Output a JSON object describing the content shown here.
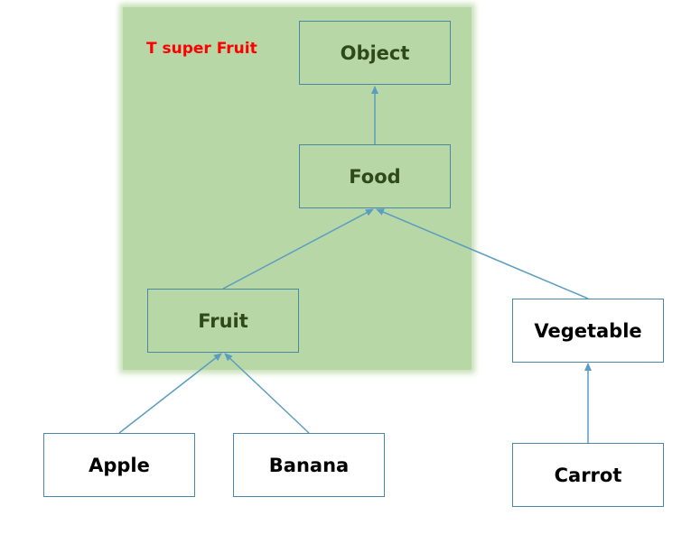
{
  "region": {
    "label": "T super Fruit",
    "fill_color": "#b8d7a6",
    "label_color": "#ff0000"
  },
  "nodes": {
    "object": "Object",
    "food": "Food",
    "fruit": "Fruit",
    "vegetable": "Vegetable",
    "apple": "Apple",
    "banana": "Banana",
    "carrot": "Carrot"
  },
  "edges": [
    {
      "from": "food",
      "to": "object"
    },
    {
      "from": "fruit",
      "to": "food"
    },
    {
      "from": "vegetable",
      "to": "food"
    },
    {
      "from": "apple",
      "to": "fruit"
    },
    {
      "from": "banana",
      "to": "fruit"
    },
    {
      "from": "carrot",
      "to": "vegetable"
    }
  ],
  "colors": {
    "edge": "#5b9dc0",
    "node_border": "#4a89a6"
  }
}
